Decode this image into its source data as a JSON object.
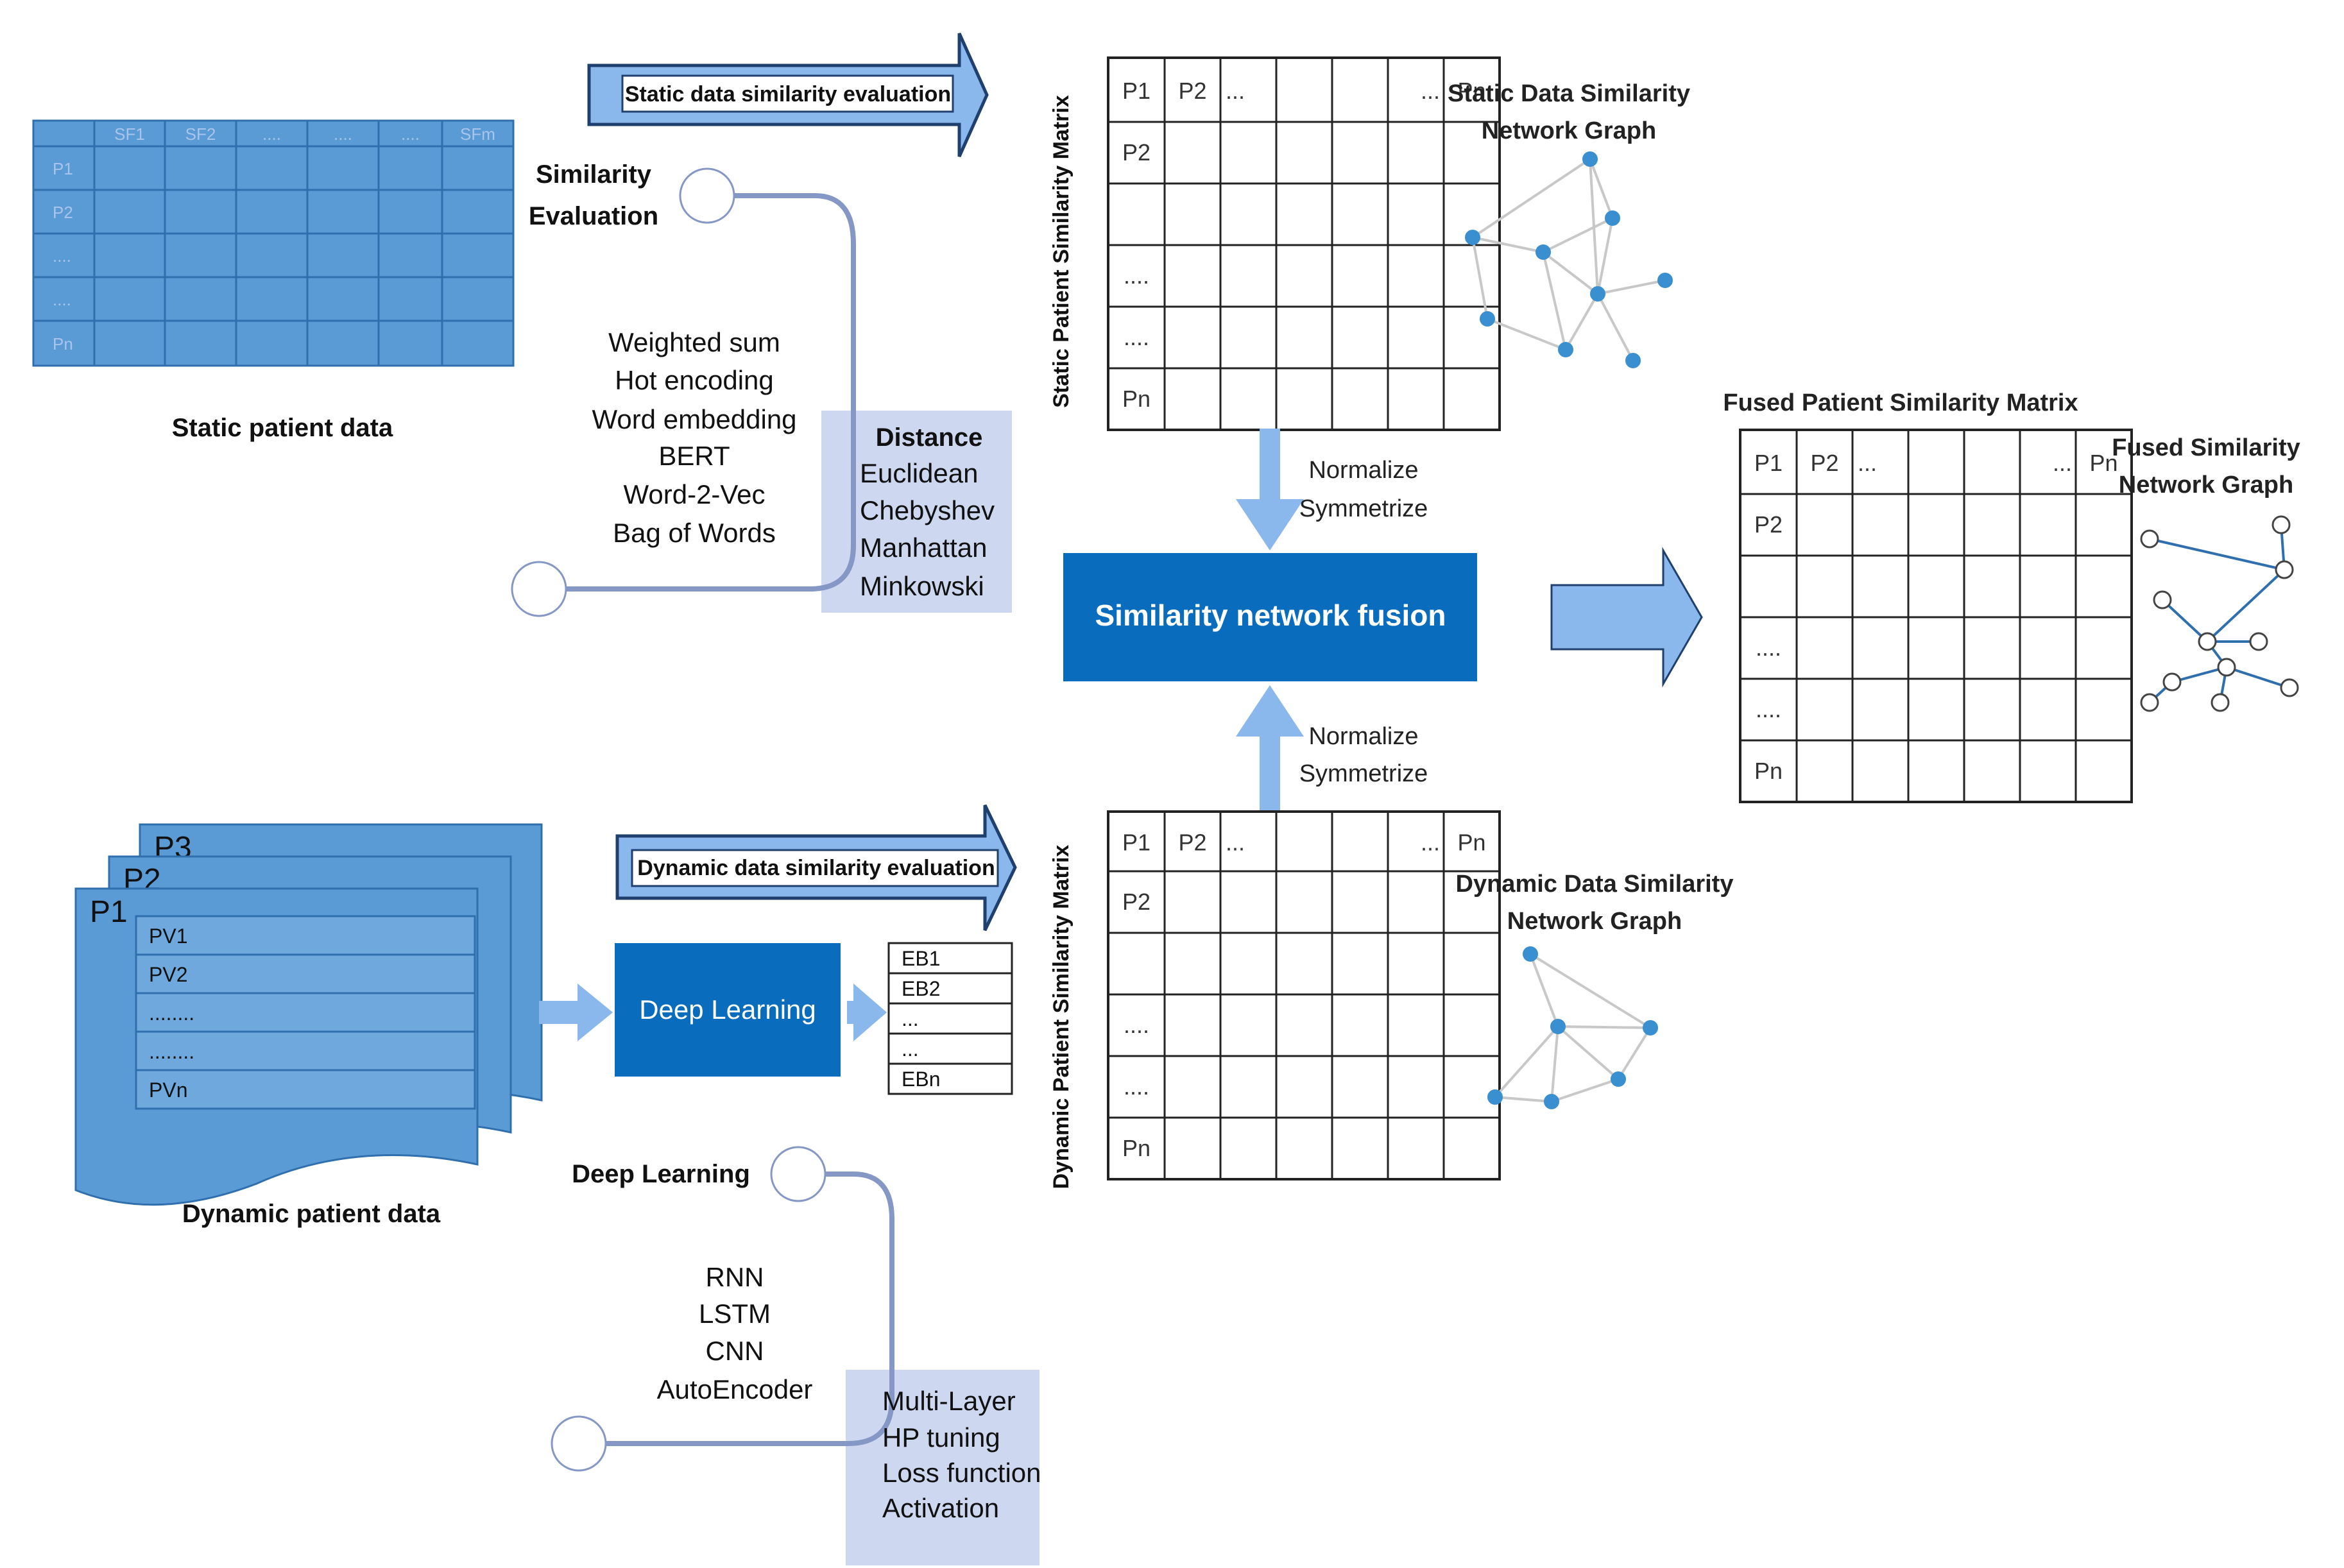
{
  "static_data": {
    "label": "Static patient data",
    "columns": [
      "",
      "SF1",
      "SF2",
      "....",
      "....",
      "....",
      "SFm"
    ],
    "rows": [
      "P1",
      "P2",
      "....",
      "....",
      "Pn"
    ]
  },
  "static_eval": {
    "arrow_label": "Static data similarity evaluation",
    "similarity_label_1": "Similarity",
    "similarity_label_2": "Evaluation",
    "methods": [
      "Weighted sum",
      "Hot encoding",
      "Word embedding",
      "BERT",
      "Word-2-Vec",
      "Bag of Words"
    ],
    "distance_title": "Distance",
    "distances": [
      "Euclidean",
      "Chebyshev",
      "Manhattan",
      "Minkowski"
    ]
  },
  "static_matrix": {
    "axis_label": "Static Patient Similarity Matrix",
    "header": [
      "P1",
      "P2",
      "...",
      "",
      "",
      "...",
      "Pn"
    ],
    "row_labels": [
      "P1",
      "P2",
      "",
      "....",
      "....",
      "Pn"
    ],
    "graph_title_1": "Static Data Similarity",
    "graph_title_2": "Network Graph"
  },
  "normalize_top": {
    "line1": "Normalize",
    "line2": "Symmetrize"
  },
  "normalize_bottom": {
    "line1": "Normalize",
    "line2": "Symmetrize"
  },
  "fusion": {
    "label": "Similarity network fusion"
  },
  "fused_matrix": {
    "title": "Fused Patient Similarity Matrix",
    "header": [
      "P1",
      "P2",
      "...",
      "",
      "",
      "...",
      "Pn"
    ],
    "row_labels": [
      "P1",
      "P2",
      "",
      "....",
      "....",
      "Pn"
    ],
    "graph_title_1": "Fused Similarity",
    "graph_title_2": "Network Graph"
  },
  "dynamic_data": {
    "label": "Dynamic patient data",
    "pages": [
      "P3",
      "P2",
      "P1"
    ],
    "rows": [
      "PV1",
      "PV2",
      "........",
      "........",
      "PVn"
    ]
  },
  "dynamic_eval": {
    "arrow_label": "Dynamic data similarity evaluation",
    "dl_box": "Deep Learning",
    "embeddings": [
      "EB1",
      "EB2",
      "...",
      "...",
      "EBn"
    ],
    "dl_label": "Deep Learning",
    "models": [
      "RNN",
      "LSTM",
      "CNN",
      "AutoEncoder"
    ],
    "params": [
      "Multi-Layer",
      "HP tuning",
      "Loss function",
      "Activation"
    ]
  },
  "dynamic_matrix": {
    "axis_label": "Dynamic Patient Similarity Matrix",
    "header": [
      "P1",
      "P2",
      "...",
      "",
      "",
      "...",
      "Pn"
    ],
    "row_labels": [
      "P1",
      "P2",
      "",
      "....",
      "....",
      "Pn"
    ],
    "graph_title_1": "Dynamic Data Similarity",
    "graph_title_2": "Network Graph"
  },
  "colors": {
    "static_table": "#5b9bd5",
    "fusion_box": "#0a6cbc",
    "arrow_fill": "#8bb8ec",
    "curve_line": "#8597c4",
    "highlight_box": "#c9d3ee",
    "node": "#3a8fd1"
  }
}
